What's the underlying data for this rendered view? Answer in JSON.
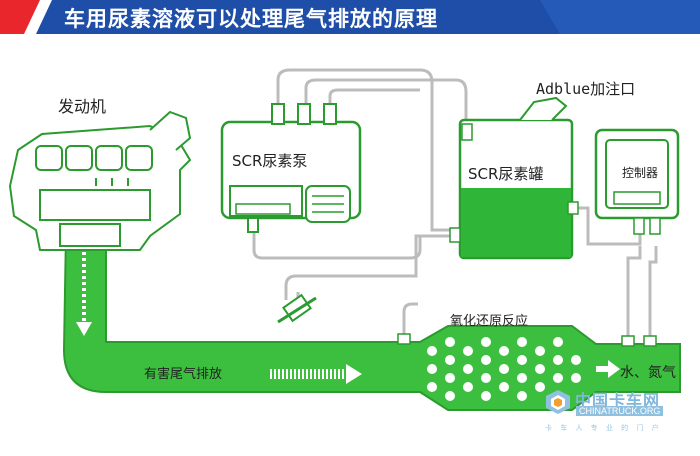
{
  "title": "车用尿素溶液可以处理尾气排放的原理",
  "labels": {
    "engine": "发动机",
    "scr_pump": "SCR尿素泵",
    "scr_tank": "SCR尿素罐",
    "adblue_inlet": "Adblue加注口",
    "controller": "控制器",
    "exhaust": "有害尾气排放",
    "redox": "氧化还原反应",
    "output": "水、氮气"
  },
  "watermark": {
    "name": "中国卡车网",
    "domain": "CHINATRUCK.ORG",
    "slogan": "卡 车 人 专 业 的 门 户"
  },
  "colors": {
    "green": "#3cbf3f",
    "dark_green": "#1f8f28",
    "outline": "#2b9a2f",
    "pipe": "#bcbcbc",
    "title_blue": "#1f4ea8",
    "title_red": "#e8262c"
  }
}
